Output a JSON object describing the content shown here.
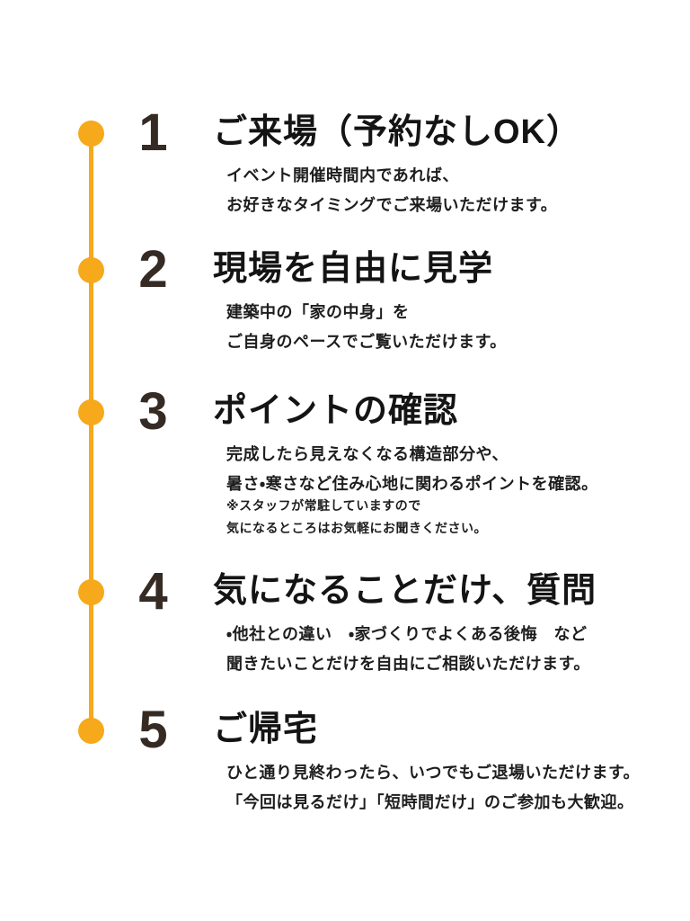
{
  "colors": {
    "background": "#FFFFFF",
    "accent": "#F5A91B",
    "number": "#352B24",
    "title": "#141414",
    "text": "#1E1E1E"
  },
  "timeline": {
    "steps": [
      {
        "number": "1",
        "title": "ご来場（予約なしOK）",
        "description": [
          "イベント開催時間内であれば、",
          "お好きなタイミングでご来場いただけます。"
        ],
        "note": []
      },
      {
        "number": "2",
        "title": "現場を自由に見学",
        "description": [
          "建築中の「家の中身」を",
          "ご自身のペースでご覧いただけます。"
        ],
        "note": []
      },
      {
        "number": "3",
        "title": "ポイントの確認",
        "description": [
          "完成したら見えなくなる構造部分や、",
          "暑さ・寒さなど住み心地に関わるポイントを確認。"
        ],
        "note": [
          "※スタッフが常駐していますので",
          "気になるところはお気軽にお聞きください。"
        ]
      },
      {
        "number": "4",
        "title": "気になることだけ、質問",
        "description": [
          "・他社との違い　・家づくりでよくある後悔　など",
          "聞きたいことだけを自由にご相談いただけます。"
        ],
        "note": []
      },
      {
        "number": "5",
        "title": "ご帰宅",
        "description": [
          "ひと通り見終わったら、いつでもご退場いただけます。",
          "「今回は見るだけ」「短時間だけ」のご参加も大歓迎。"
        ],
        "note": []
      }
    ]
  }
}
